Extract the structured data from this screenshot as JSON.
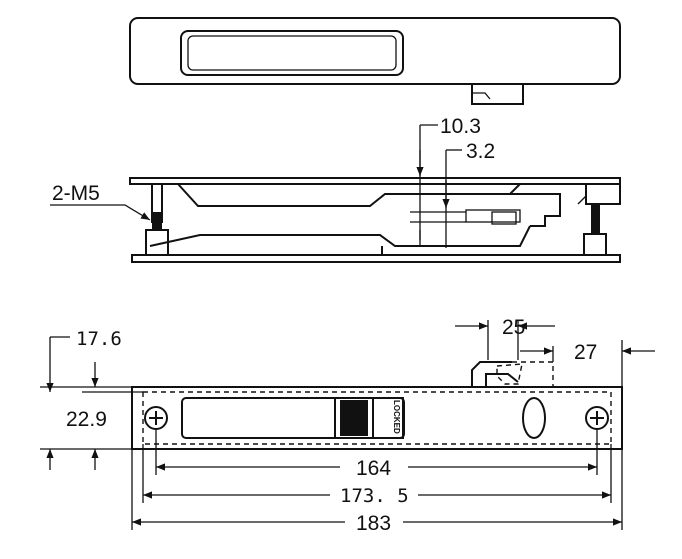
{
  "labels": {
    "thread": "2-M5",
    "offset_a": "10.3",
    "offset_b": "3.2",
    "top_gap": "17.6",
    "height": "22.9",
    "hook_a": "25",
    "hook_b": "27",
    "screw_span": "164",
    "cover_width": "173. 5",
    "overall_width": "183",
    "lock_mark": "LOCKED"
  }
}
